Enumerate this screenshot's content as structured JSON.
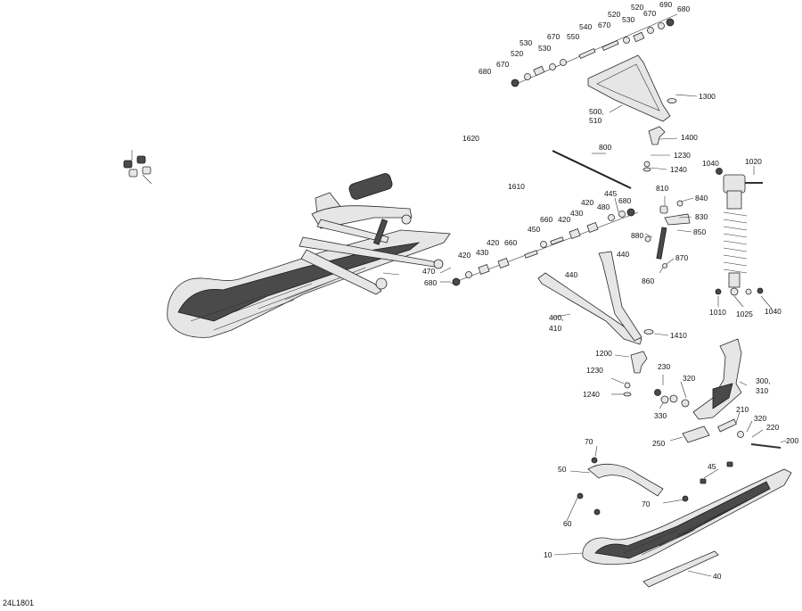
{
  "diagram_code": "24L1801",
  "callouts": [
    {
      "label": "520"
    },
    {
      "label": "530"
    },
    {
      "label": "670"
    },
    {
      "label": "690"
    },
    {
      "label": "680"
    },
    {
      "label": "540"
    },
    {
      "label": "550"
    },
    {
      "label": "670"
    },
    {
      "label": "520"
    },
    {
      "label": "530"
    },
    {
      "label": "670"
    },
    {
      "label": "520"
    },
    {
      "label": "530"
    },
    {
      "label": "670"
    },
    {
      "label": "680"
    },
    {
      "label": "1300"
    },
    {
      "label": "500,"
    },
    {
      "label": "510"
    },
    {
      "label": "1620"
    },
    {
      "label": "1610"
    },
    {
      "label": "800"
    },
    {
      "label": "1400"
    },
    {
      "label": "1230"
    },
    {
      "label": "1240"
    },
    {
      "label": "1040"
    },
    {
      "label": "1020"
    },
    {
      "label": "810"
    },
    {
      "label": "840"
    },
    {
      "label": "830"
    },
    {
      "label": "850"
    },
    {
      "label": "445"
    },
    {
      "label": "420"
    },
    {
      "label": "480"
    },
    {
      "label": "680"
    },
    {
      "label": "660"
    },
    {
      "label": "420"
    },
    {
      "label": "430"
    },
    {
      "label": "450"
    },
    {
      "label": "420"
    },
    {
      "label": "660"
    },
    {
      "label": "430"
    },
    {
      "label": "420"
    },
    {
      "label": "440"
    },
    {
      "label": "470"
    },
    {
      "label": "680"
    },
    {
      "label": "440"
    },
    {
      "label": "880"
    },
    {
      "label": "870"
    },
    {
      "label": "860"
    },
    {
      "label": "1010"
    },
    {
      "label": "1025"
    },
    {
      "label": "1040"
    },
    {
      "label": "400,"
    },
    {
      "label": "410"
    },
    {
      "label": "1410"
    },
    {
      "label": "1200"
    },
    {
      "label": "1230"
    },
    {
      "label": "1240"
    },
    {
      "label": "230"
    },
    {
      "label": "320"
    },
    {
      "label": "330"
    },
    {
      "label": "300,"
    },
    {
      "label": "310"
    },
    {
      "label": "210"
    },
    {
      "label": "320"
    },
    {
      "label": "220"
    },
    {
      "label": "200"
    },
    {
      "label": "250"
    },
    {
      "label": "70"
    },
    {
      "label": "45"
    },
    {
      "label": "50"
    },
    {
      "label": "70"
    },
    {
      "label": "60"
    },
    {
      "label": "10"
    },
    {
      "label": "40"
    }
  ]
}
